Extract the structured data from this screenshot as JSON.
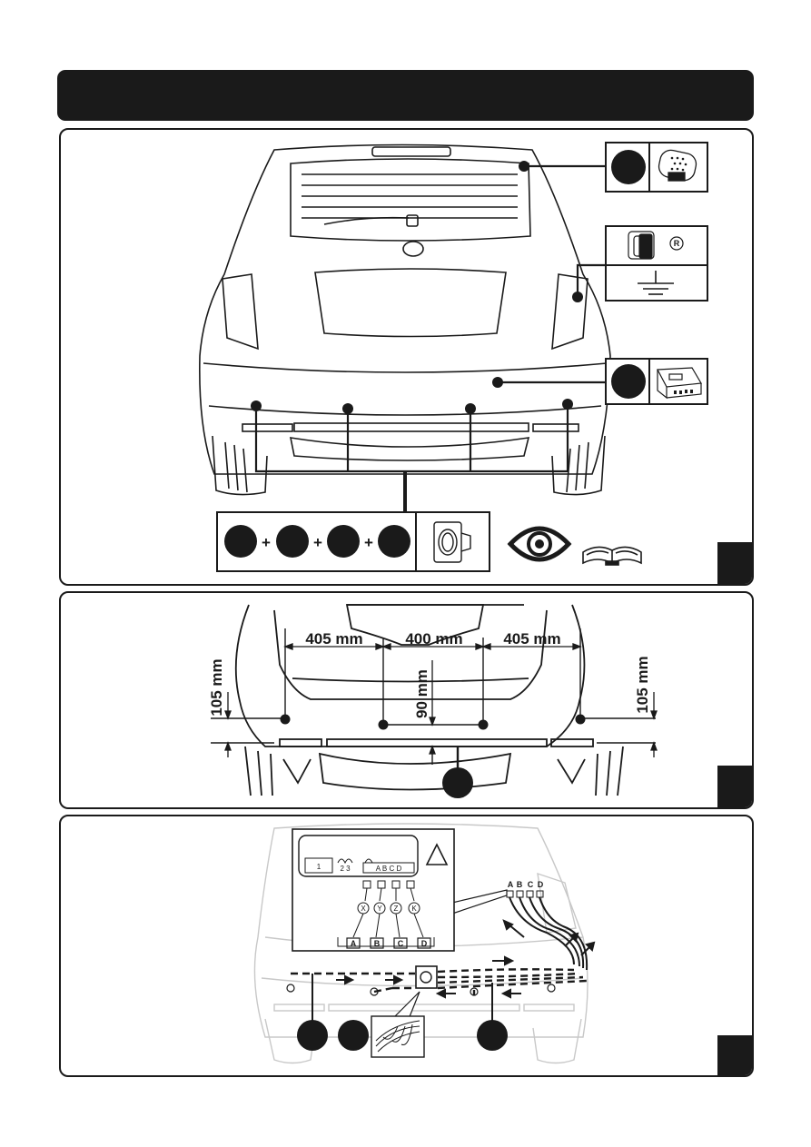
{
  "panel1": {
    "icon_labels": {
      "reverse_gear": "R"
    },
    "plus_signs": [
      "+",
      "+",
      "+"
    ]
  },
  "panel2": {
    "dimensions": {
      "left_spacing": "405 mm",
      "middle_spacing": "400 mm",
      "right_spacing": "405 mm",
      "left_height": "105 mm",
      "center_height": "90 mm",
      "right_height": "105 mm"
    }
  },
  "panel3": {
    "fuse_box": {
      "slot_1": "1",
      "slot_2_3": "2 3",
      "sensor_ports": "A B C D"
    },
    "connector_labels": [
      "A",
      "B",
      "C",
      "D"
    ],
    "wire_labels": [
      "X",
      "Y",
      "Z",
      "K"
    ],
    "plug_labels": [
      "A",
      "B",
      "C",
      "D"
    ],
    "warning_icon": "warning-triangle-icon"
  },
  "colors": {
    "ink": "#1a1a1a",
    "light_ink": "#c8c8c8"
  }
}
